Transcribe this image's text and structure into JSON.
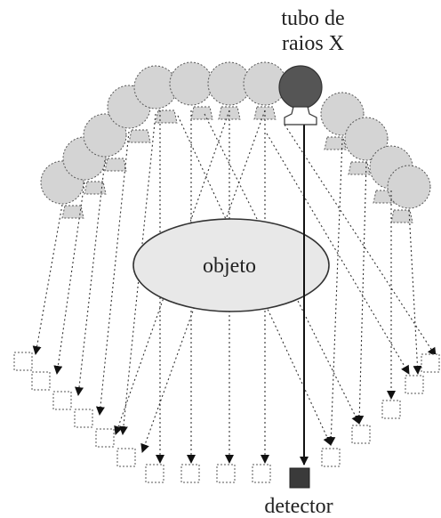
{
  "labels": {
    "tube_line1": "tubo de",
    "tube_line2": "raios X",
    "object": "objeto",
    "detector": "detector"
  },
  "colors": {
    "ghost_fill": "#d4d4d4",
    "ghost_stroke": "#555555",
    "ray": "#333333",
    "active_ray": "#111111",
    "object_fill": "#e8e8e8",
    "tube_fill": "#555555",
    "detector_fill": "#3a3a3a"
  },
  "icons": {
    "tube": "x-ray-tube-icon",
    "detector": "detector-icon"
  }
}
